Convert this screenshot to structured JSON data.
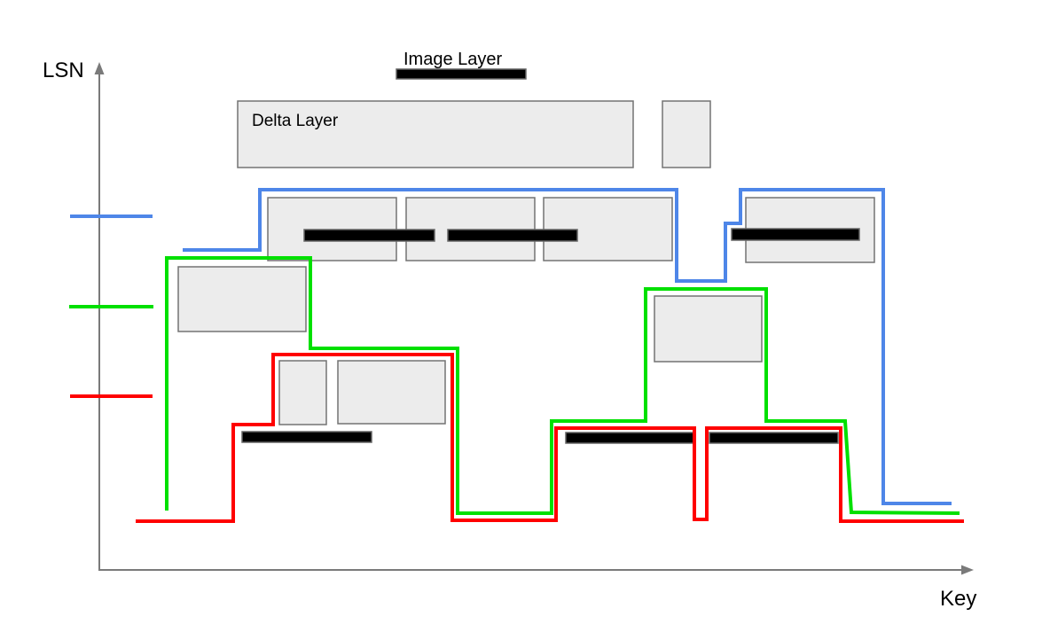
{
  "labels": {
    "y_axis": "LSN",
    "x_axis": "Key",
    "image_layer": "Image Layer",
    "delta_layer": "Delta Layer"
  },
  "colors": {
    "blue_lsn": "#4e86e8",
    "green_lsn": "#00e000",
    "red_lsn": "#ff0000",
    "layer_fill": "#ececec",
    "layer_border": "#737373",
    "image_bar_fill": "#000000",
    "axis": "#7a7a7a",
    "text": "#000000"
  }
}
